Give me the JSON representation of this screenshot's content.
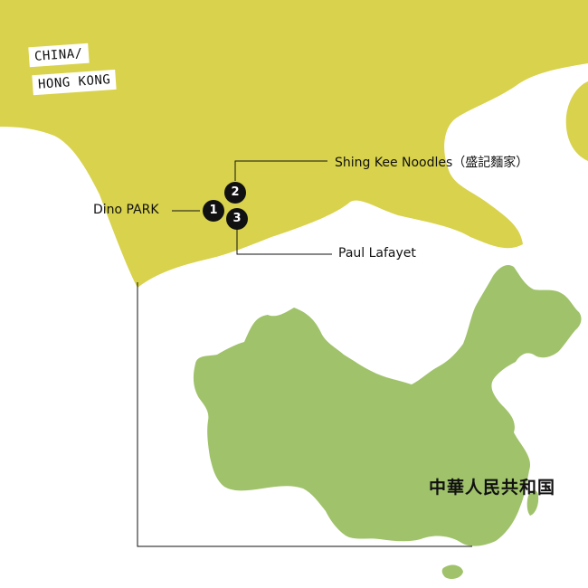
{
  "map": {
    "region_tag": {
      "line1": "CHINA/",
      "line2": "HONG KONG"
    },
    "places": [
      {
        "number": "1",
        "name": "Dino PARK"
      },
      {
        "number": "2",
        "name": "Shing Kee Noodles（盛記麵家）"
      },
      {
        "number": "3",
        "name": "Paul Lafayet"
      }
    ],
    "country_label": "中華人民共和国",
    "colors": {
      "hk_land": "#d8d24c",
      "china_land": "#9fc26a",
      "sea": "#ffffff",
      "marker": "#111111",
      "line": "#111111"
    }
  }
}
